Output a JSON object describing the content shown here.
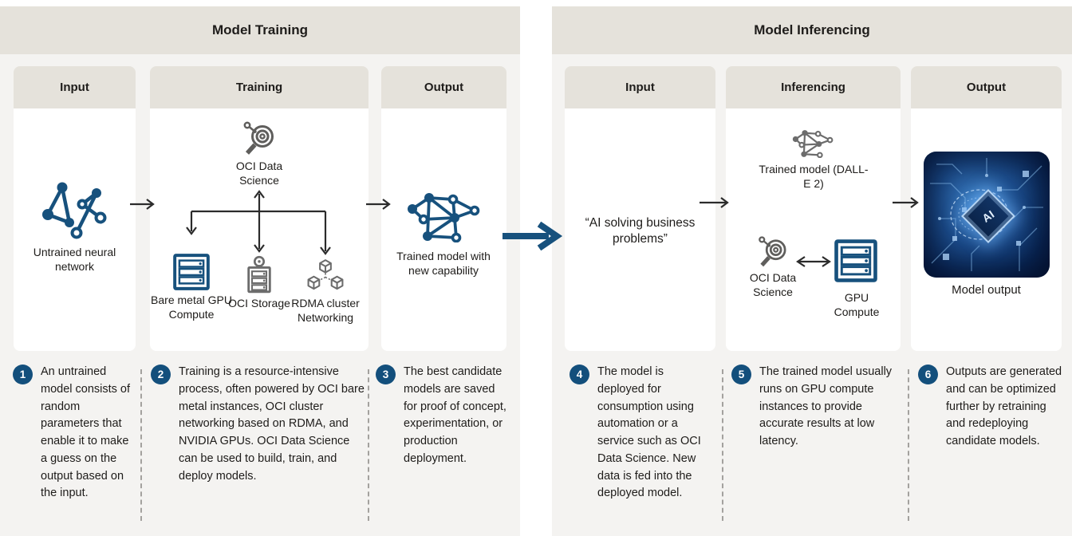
{
  "colors": {
    "accent_blue": "#17517d",
    "badge_blue": "#134f7c",
    "band_beige": "#e5e2db",
    "panel_gray": "#f4f3f1",
    "icon_gray": "#6c6c6c",
    "text": "#1e1c1a"
  },
  "training": {
    "title": "Model Training",
    "col_input": "Input",
    "col_training": "Training",
    "col_output": "Output",
    "untrained": "Untrained neural network",
    "data_science": "OCI Data Science",
    "bare_metal": "Bare metal GPU Compute",
    "storage": "OCI Storage",
    "rdma": "RDMA cluster Networking",
    "trained": "Trained model with new capability"
  },
  "inferencing": {
    "title": "Model Inferencing",
    "col_input": "Input",
    "col_inferencing": "Inferencing",
    "col_output": "Output",
    "quote": "“AI solving business problems”",
    "trained_model": "Trained model (DALL-E 2)",
    "data_science": "OCI Data Science",
    "gpu": "GPU Compute",
    "output": "Model output",
    "chip_label": "AI"
  },
  "icons": {
    "untrained_network": "network-nodes",
    "trained_network": "network-nodes-dense",
    "oci_data_science": "magnifier-with-molecule",
    "bare_metal_server": "server-rack-blue",
    "gpu_server": "server-rack-blue",
    "storage": "server-with-location-pin",
    "rdma": "linked-cubes",
    "model_output": "ai-chip-on-circuit-board"
  },
  "notes": [
    {
      "num": "1",
      "text": "An untrained model consists of random parameters that enable it to make a guess on the output based on the input."
    },
    {
      "num": "2",
      "text": "Training is a resource-intensive process, often powered by OCI bare metal instances, OCI cluster networking based on RDMA, and NVIDIA GPUs. OCI Data Science can be used to build, train, and deploy models."
    },
    {
      "num": "3",
      "text": "The best candidate models are saved for proof of concept, experimentation, or production deployment."
    },
    {
      "num": "4",
      "text": "The model is deployed for consumption using automation or a service such as OCI Data Science. New data is fed into the deployed model."
    },
    {
      "num": "5",
      "text": "The trained model usually runs on GPU compute instances to provide accurate results at low latency."
    },
    {
      "num": "6",
      "text": "Outputs are generated and can be optimized further by retraining and redeploying candidate models."
    }
  ]
}
